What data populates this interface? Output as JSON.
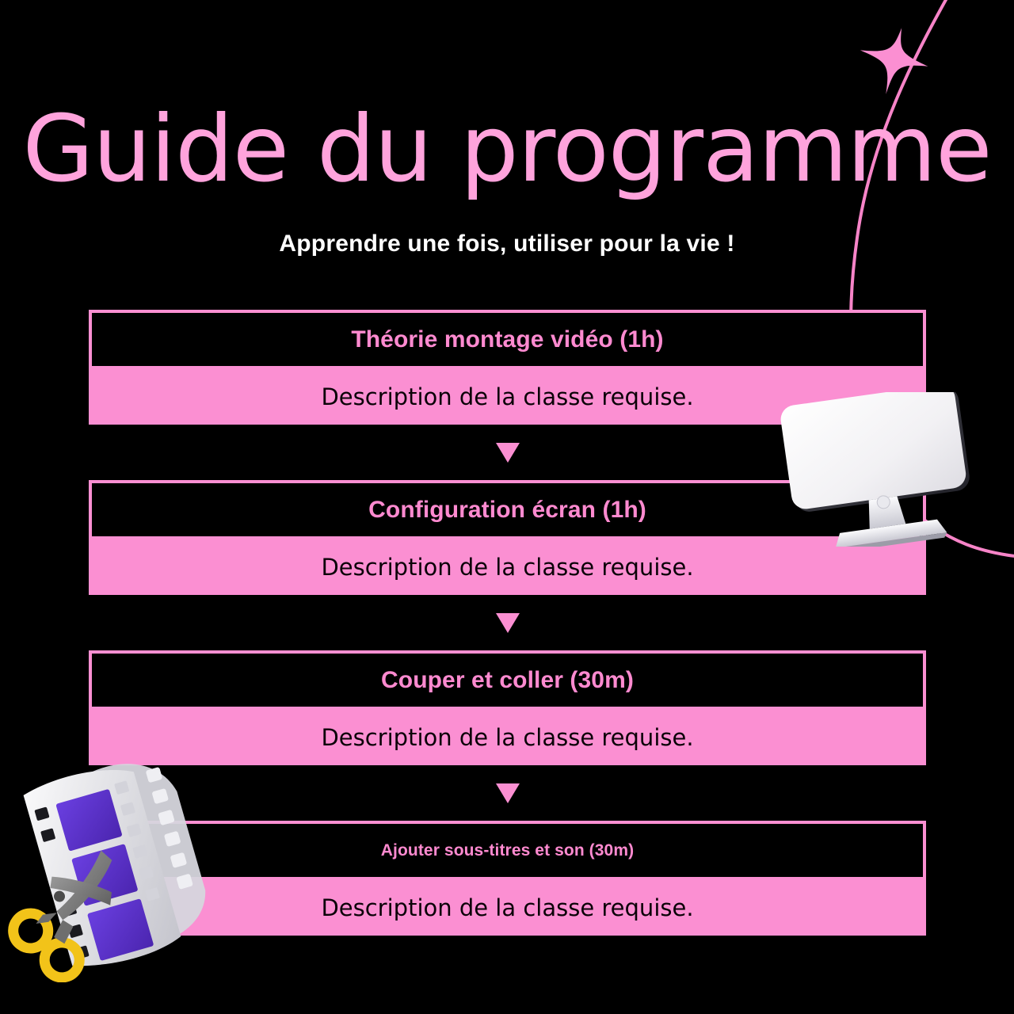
{
  "poster": {
    "background_color": "#000000",
    "accent_pink": "#FB8FD2",
    "title_pink": "#FFA3DC",
    "header_text_pink": "#FF8AD0",
    "subtitle_color": "#FFFFFF",
    "description_text_color": "#0B0208"
  },
  "header": {
    "title": "Guide du programme",
    "subtitle": "Apprendre une fois, utiliser pour la vie !"
  },
  "flow": {
    "steps": [
      {
        "title": "Théorie montage vidéo (1h)",
        "description": "Description de la classe requise."
      },
      {
        "title": "Configuration écran (1h)",
        "description": "Description de la classe requise."
      },
      {
        "title": "Couper et coller (30m)",
        "description": "Description de la classe requise."
      },
      {
        "title": "Ajouter sous-titres et son (30m)",
        "description": "Description de la classe requise."
      }
    ]
  },
  "decorations": {
    "sparkle": "four-point-star-icon",
    "curve": "curved-line-decoration",
    "monitor": "computer-monitor-illustration",
    "filmstrip": "filmstrip-scissors-illustration",
    "filmstrip_frame_color": "#5B32C8",
    "scissors_handle_color": "#F2C319"
  }
}
